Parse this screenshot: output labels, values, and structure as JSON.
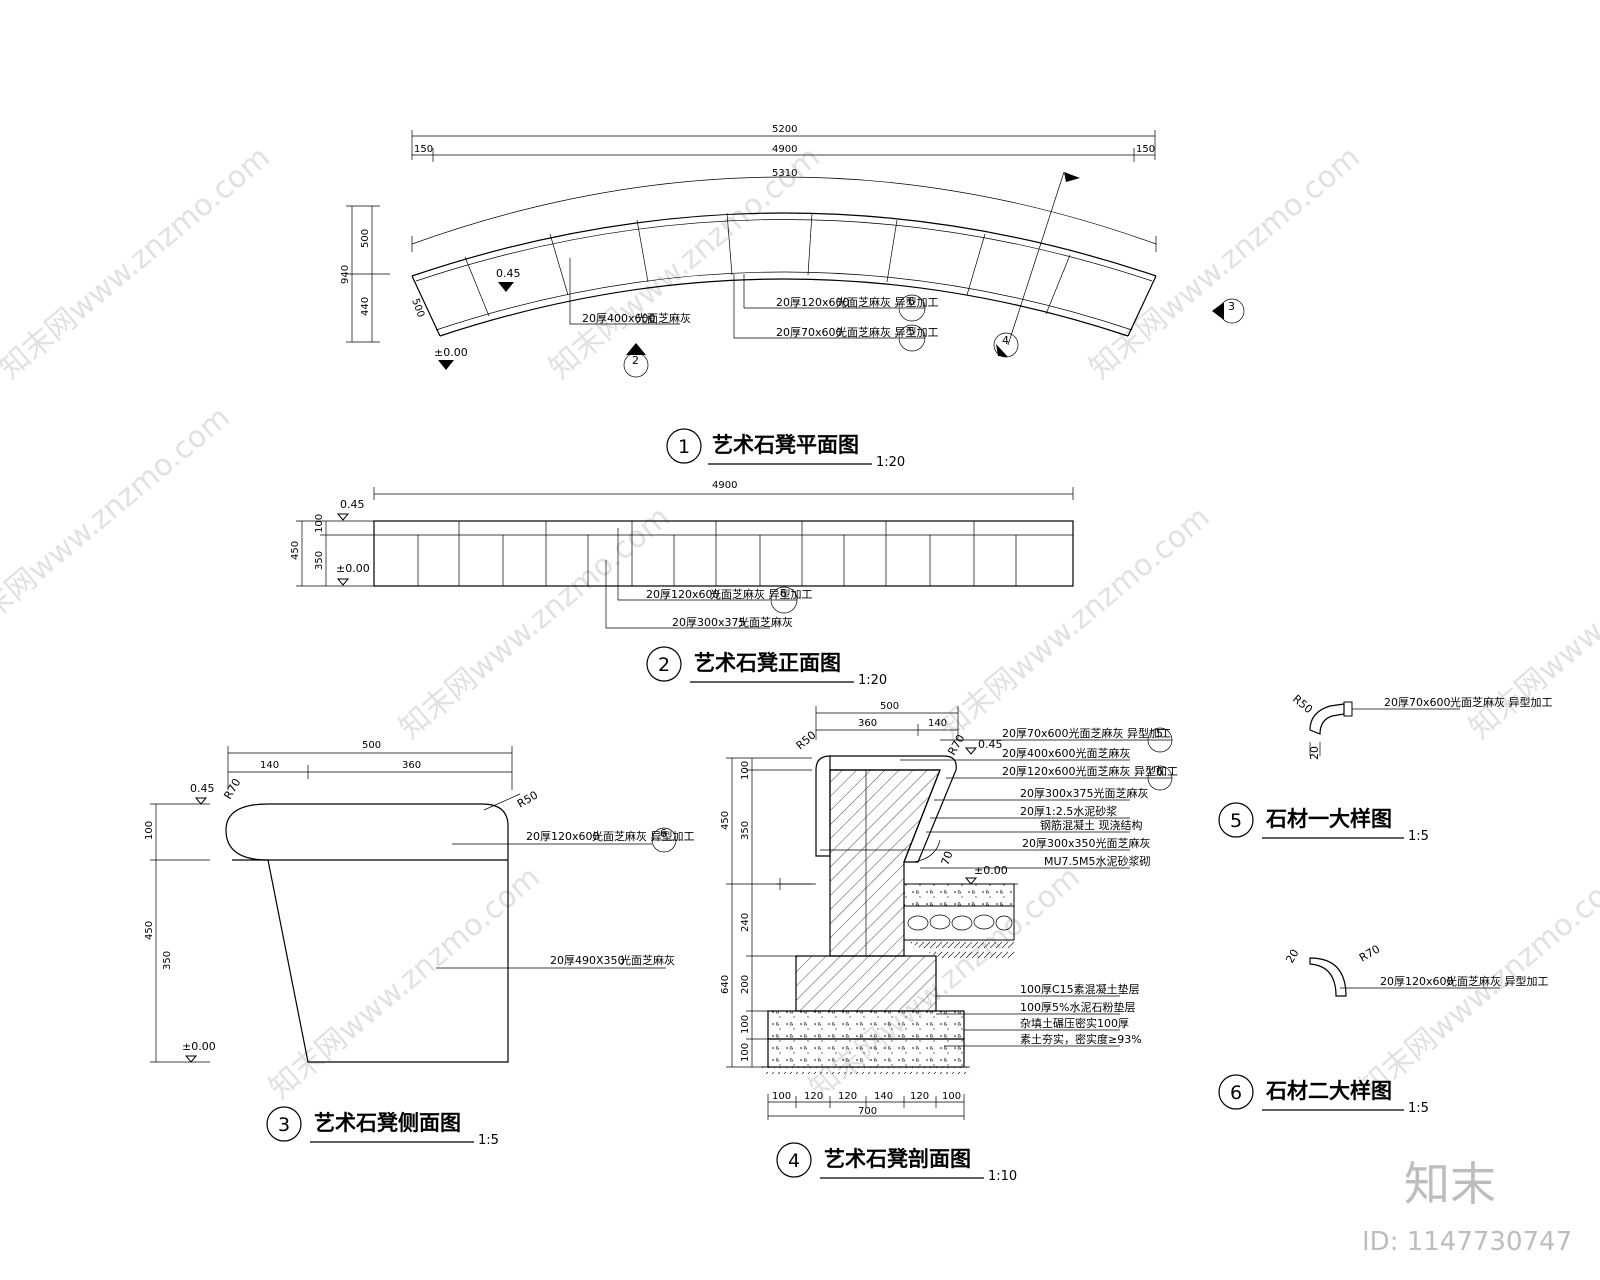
{
  "views": [
    {
      "number": "1",
      "title": "艺术石凳平面图",
      "scale": "1:20"
    },
    {
      "number": "2",
      "title": "艺术石凳正面图",
      "scale": "1:20"
    },
    {
      "number": "3",
      "title": "艺术石凳侧面图",
      "scale": "1:5"
    },
    {
      "number": "4",
      "title": "艺术石凳剖面图",
      "scale": "1:10"
    },
    {
      "number": "5",
      "title": "石材一大样图",
      "scale": "1:5"
    },
    {
      "number": "6",
      "title": "石材二大样图",
      "scale": "1:5"
    }
  ],
  "plan": {
    "dims": {
      "total": "5200",
      "mid": "4900",
      "left": "150",
      "right": "150",
      "arc": "5310",
      "h_total": "940",
      "h_top": "500",
      "h_bottom": "440",
      "side": "500"
    },
    "elevation_mark": "0.45",
    "level_mark": "±0.00",
    "callouts": [
      "20厚400x600",
      "20厚120x600",
      "20厚70x600"
    ],
    "callout_notes": [
      "光面芝麻灰",
      "光面芝麻灰  异型加工",
      "光面芝麻灰  异型加工"
    ],
    "detail_refs": [
      "6",
      "5"
    ],
    "section_refs": [
      "2",
      "3",
      "4"
    ]
  },
  "front": {
    "dims": {
      "length": "4900",
      "h_total": "450",
      "h_top": "100",
      "h_bottom": "350"
    },
    "elevation_top": "0.45",
    "level_mark": "±0.00",
    "callouts": [
      "20厚120x600",
      "20厚300x375"
    ],
    "callout_notes": [
      "光面芝麻灰  异型加工",
      "光面芝麻灰"
    ],
    "detail_ref": "6"
  },
  "side": {
    "dims": {
      "width": "500",
      "w_left": "140",
      "w_right": "360",
      "h_total": "450",
      "h_top": "100",
      "h_bottom": "350"
    },
    "radius_left": "R70",
    "radius_right": "R50",
    "elevation_top": "0.45",
    "level_mark": "±0.00",
    "callouts": [
      "20厚120x600",
      "20厚490X350"
    ],
    "callout_notes": [
      "光面芝麻灰  异型加工",
      "光面芝麻灰"
    ],
    "detail_ref": "6"
  },
  "section": {
    "dims_top": {
      "total": "500",
      "a": "360",
      "b": "140"
    },
    "dims_left": [
      "100",
      "350",
      "450",
      "240",
      "200",
      "640",
      "100",
      "100"
    ],
    "dims_bottom": [
      "100",
      "120",
      "120",
      "140",
      "120",
      "100"
    ],
    "dim_bottom_total": "700",
    "radius_left": "R50",
    "radius_right": "R70",
    "elevation_top": "0.45",
    "level_mark": "±0.00",
    "angle": "70",
    "layers": [
      "20厚70x600光面芝麻灰  异型加工",
      "20厚400x600光面芝麻灰",
      "20厚120x600光面芝麻灰  异型加工",
      "20厚300x375光面芝麻灰",
      "20厚1:2.5水泥砂浆",
      "钢筋混凝土  现浇结构",
      "20厚300x350光面芝麻灰",
      "MU7.5M5水泥砂浆砌",
      "100厚C15素混凝土垫层",
      "100厚5%水泥石粉垫层",
      "杂填土碾压密实100厚",
      "素土夯实，密实度≥93%"
    ],
    "detail_refs": [
      "5",
      "6"
    ]
  },
  "detail5": {
    "radius": "R50",
    "thickness": "20",
    "callout": "20厚70x600",
    "note": "光面芝麻灰  异型加工"
  },
  "detail6": {
    "radius": "R70",
    "thickness": "20",
    "callout": "20厚120x600",
    "note": "光面芝麻灰  异型加工"
  },
  "watermark": {
    "text": "知末网www.znzmo.com",
    "brand": "知末",
    "id": "ID: 1147730747"
  }
}
